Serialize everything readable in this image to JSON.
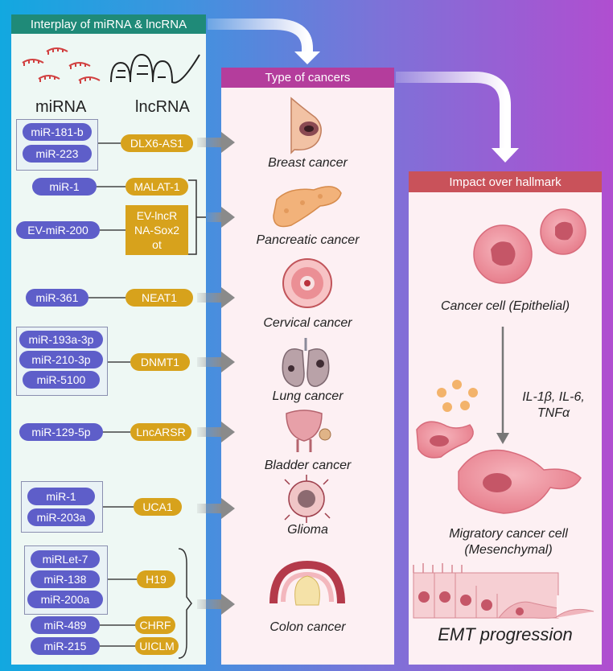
{
  "headers": {
    "interplay": "Interplay of miRNA & lncRNA",
    "types": "Type of cancers",
    "impact": "Impact over hallmark"
  },
  "labels": {
    "mirna": "miRNA",
    "lncrna": "lncRNA"
  },
  "mirnas": {
    "m1": "miR-181-b",
    "m2": "miR-223",
    "m3": "miR-1",
    "m4": "EV-miR-200",
    "m5": "miR-361",
    "m6": "miR-193a-3p",
    "m7": "miR-210-3p",
    "m8": "miR-5100",
    "m9": "miR-129-5p",
    "m10": "miR-1",
    "m11": "miR-203a",
    "m12": "miRLet-7",
    "m13": "miR-138",
    "m14": "miR-200a",
    "m15": "miR-489",
    "m16": "miR-215"
  },
  "lncrnas": {
    "l1": "DLX6-AS1",
    "l2": "MALAT-1",
    "l3": "EV-lncRNA-Sox2ot",
    "l4": "NEAT1",
    "l5": "DNMT1",
    "l6": "LncARSR",
    "l7": "UCA1",
    "l8": "H19",
    "l9": "CHRF",
    "l10": "UICLM"
  },
  "cancers": {
    "c1": "Breast cancer",
    "c2": "Pancreatic cancer",
    "c3": "Cervical cancer",
    "c4": "Lung cancer",
    "c5": "Bladder cancer",
    "c6": "Glioma",
    "c7": "Colon cancer"
  },
  "impact": {
    "epithelial": "Cancer cell (Epithelial)",
    "cytokines": "IL-1β, IL-6, TNFα",
    "migratory": "Migratory cancer cell (Mesenchymal)",
    "emt": "EMT progression"
  },
  "colors": {
    "mirna_pill": "#5e5ec9",
    "lncrna_pill": "#d7a21c",
    "header_green": "#1f8a78",
    "header_magenta": "#b43d9c",
    "header_red": "#c9525a"
  }
}
